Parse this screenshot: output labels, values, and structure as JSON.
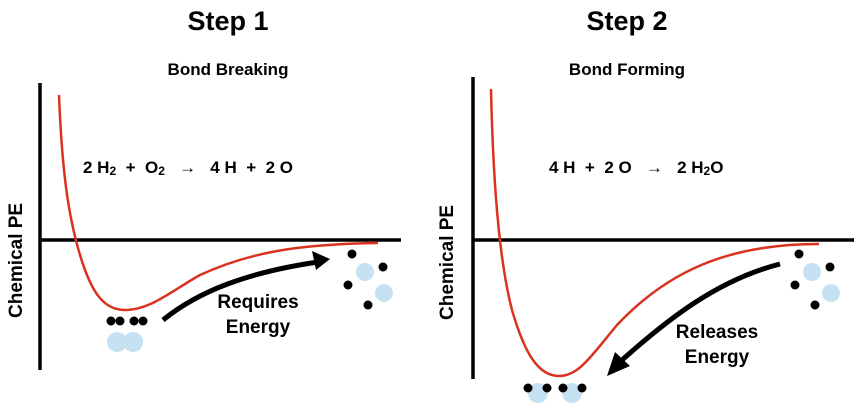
{
  "colors": {
    "curve": "#d9331f",
    "axis": "#000000",
    "atom_h": "#000000",
    "atom_o": "#c6e2f2",
    "arrow": "#000000"
  },
  "panels": [
    {
      "title": "Step 1",
      "subtitle": "Bond Breaking",
      "equation": {
        "reactants": [
          "2 H",
          "2",
          " + O",
          "2"
        ],
        "arrow": "→",
        "products": "4 H + 2 O"
      },
      "ylabel": "Chemical PE",
      "energy_label_line1": "Requires",
      "energy_label_line2": "Energy",
      "arrow_direction": "up-right",
      "bound_state": "2 H2 + O2 molecules",
      "separated_state": "4 H + 2 O atoms"
    },
    {
      "title": "Step 2",
      "subtitle": "Bond Forming",
      "equation": {
        "reactants": "4 H + 2 O",
        "arrow": "→",
        "products": [
          "2 H",
          "2",
          "O"
        ]
      },
      "ylabel": "Chemical PE",
      "energy_label_line1": "Releases",
      "energy_label_line2": "Energy",
      "arrow_direction": "down-left",
      "bound_state": "2 H2O molecules",
      "separated_state": "4 H + 2 O atoms"
    }
  ],
  "eq1": {
    "p1": "2 H",
    "s1": "2",
    "p2": "+",
    "p3": "O",
    "s2": "2",
    "arrow": "→",
    "p4": "4 H",
    "p5": "+",
    "p6": "2 O"
  },
  "eq2": {
    "p1": "4 H",
    "p2": "+",
    "p3": "2 O",
    "arrow": "→",
    "p4": "2 H",
    "s1": "2",
    "p5": "O"
  }
}
